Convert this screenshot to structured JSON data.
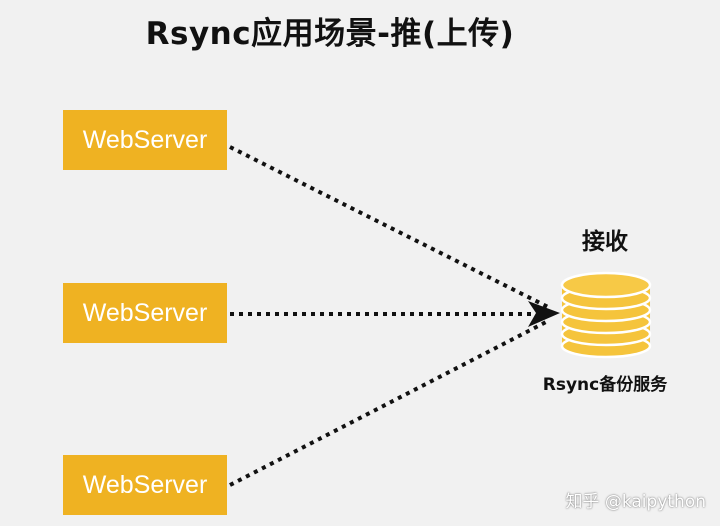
{
  "title": "Rsync应用场景-推(上传)",
  "servers": [
    {
      "label": "WebServer"
    },
    {
      "label": "WebServer"
    },
    {
      "label": "WebServer"
    }
  ],
  "receiver": {
    "action_label": "接收",
    "name_label": "Rsync备份服务"
  },
  "colors": {
    "server_fill": "#efb222",
    "server_text": "#ffffff",
    "database_fill": "#f5c43c",
    "database_stroke": "#ffffff",
    "arrow": "#111111",
    "background": "#f1f1f1"
  },
  "watermark": "知乎 @kaipython"
}
